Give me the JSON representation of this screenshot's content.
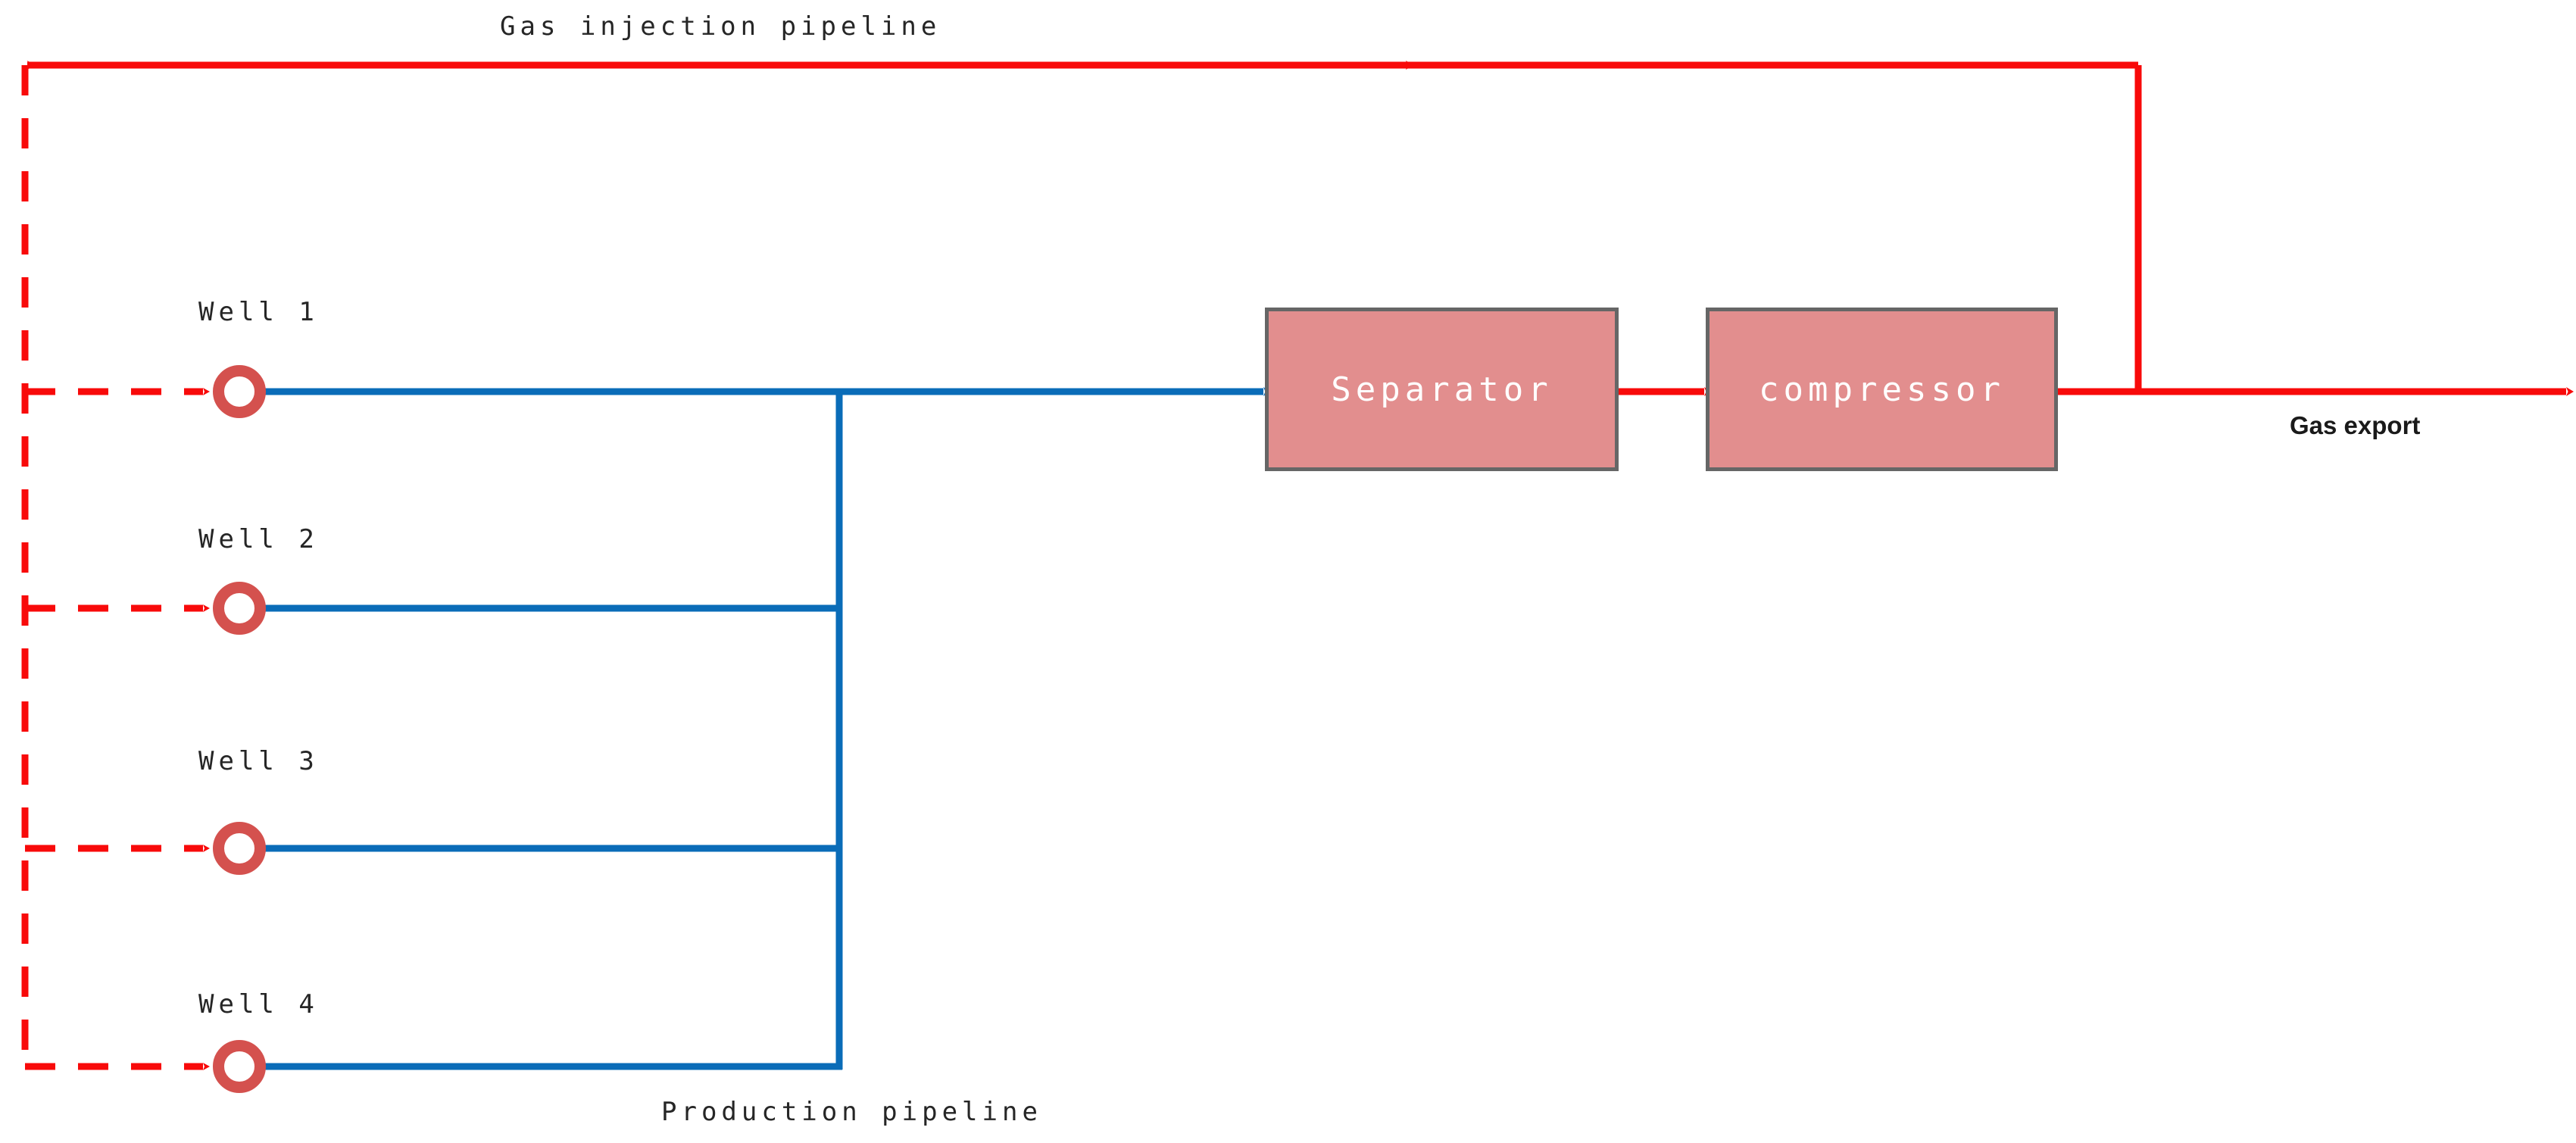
{
  "diagram": {
    "title_gas_injection": "Gas injection pipeline",
    "title_production": "Production pipeline",
    "gas_export_label": "Gas export",
    "colors": {
      "gas_line": "#f80a0a",
      "production_line": "#0a6cb8",
      "well_ring": "#d4514e",
      "node_fill": "#e28e8e",
      "node_border": "#666666",
      "node_text": "#ffffff",
      "label_text": "#262626",
      "background": "#ffffff"
    },
    "wells": [
      {
        "label": "Well 1",
        "icon": "well-ring-icon"
      },
      {
        "label": "Well 2",
        "icon": "well-ring-icon"
      },
      {
        "label": "Well 3",
        "icon": "well-ring-icon"
      },
      {
        "label": "Well 4",
        "icon": "well-ring-icon"
      }
    ],
    "nodes": [
      {
        "label": "Separator",
        "icon": "process-box-icon"
      },
      {
        "label": "compressor",
        "icon": "process-box-icon"
      }
    ],
    "flows": [
      {
        "name": "gas-injection-pipeline",
        "style": "solid",
        "color": "#f80a0a"
      },
      {
        "name": "gas-injection-branch",
        "style": "dashed",
        "color": "#f80a0a"
      },
      {
        "name": "production-pipeline",
        "style": "solid",
        "color": "#0a6cb8"
      },
      {
        "name": "separator-to-compressor",
        "style": "solid",
        "color": "#f80a0a"
      },
      {
        "name": "gas-export-line",
        "style": "solid",
        "color": "#f80a0a"
      }
    ]
  }
}
